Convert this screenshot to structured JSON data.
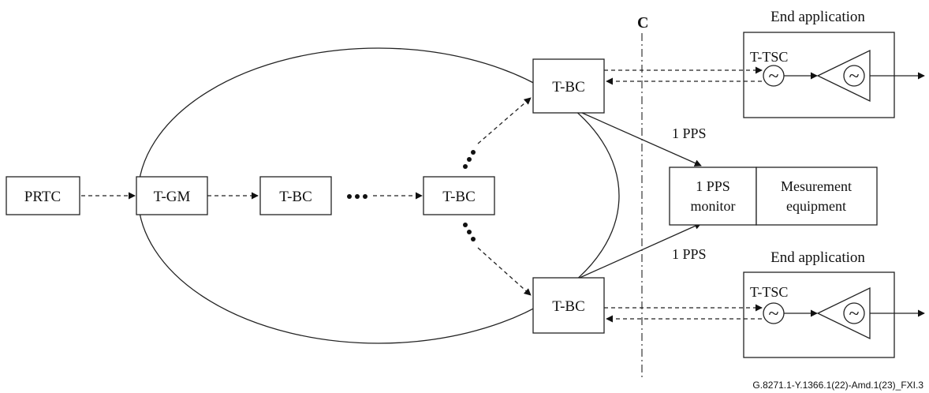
{
  "nodes": {
    "prtc": "PRTC",
    "tgm": "T-GM",
    "tbc_chain": "T-BC",
    "tbc_mid": "T-BC",
    "tbc_top": "T-BC",
    "tbc_bottom": "T-BC"
  },
  "reference_point": "C",
  "end_app_top": {
    "title": "End application",
    "clock": "T-TSC"
  },
  "end_app_bottom": {
    "title": "End application",
    "clock": "T-TSC"
  },
  "pps_top": "1 PPS",
  "pps_bottom": "1 PPS",
  "monitor": {
    "line1": "1 PPS",
    "line2": "monitor"
  },
  "measurement": {
    "line1": "Mesurement",
    "line2": "equipment"
  },
  "oscillator_symbol": "~",
  "footer_id": "G.8271.1-Y.1366.1(22)-Amd.1(23)_FXI.3"
}
